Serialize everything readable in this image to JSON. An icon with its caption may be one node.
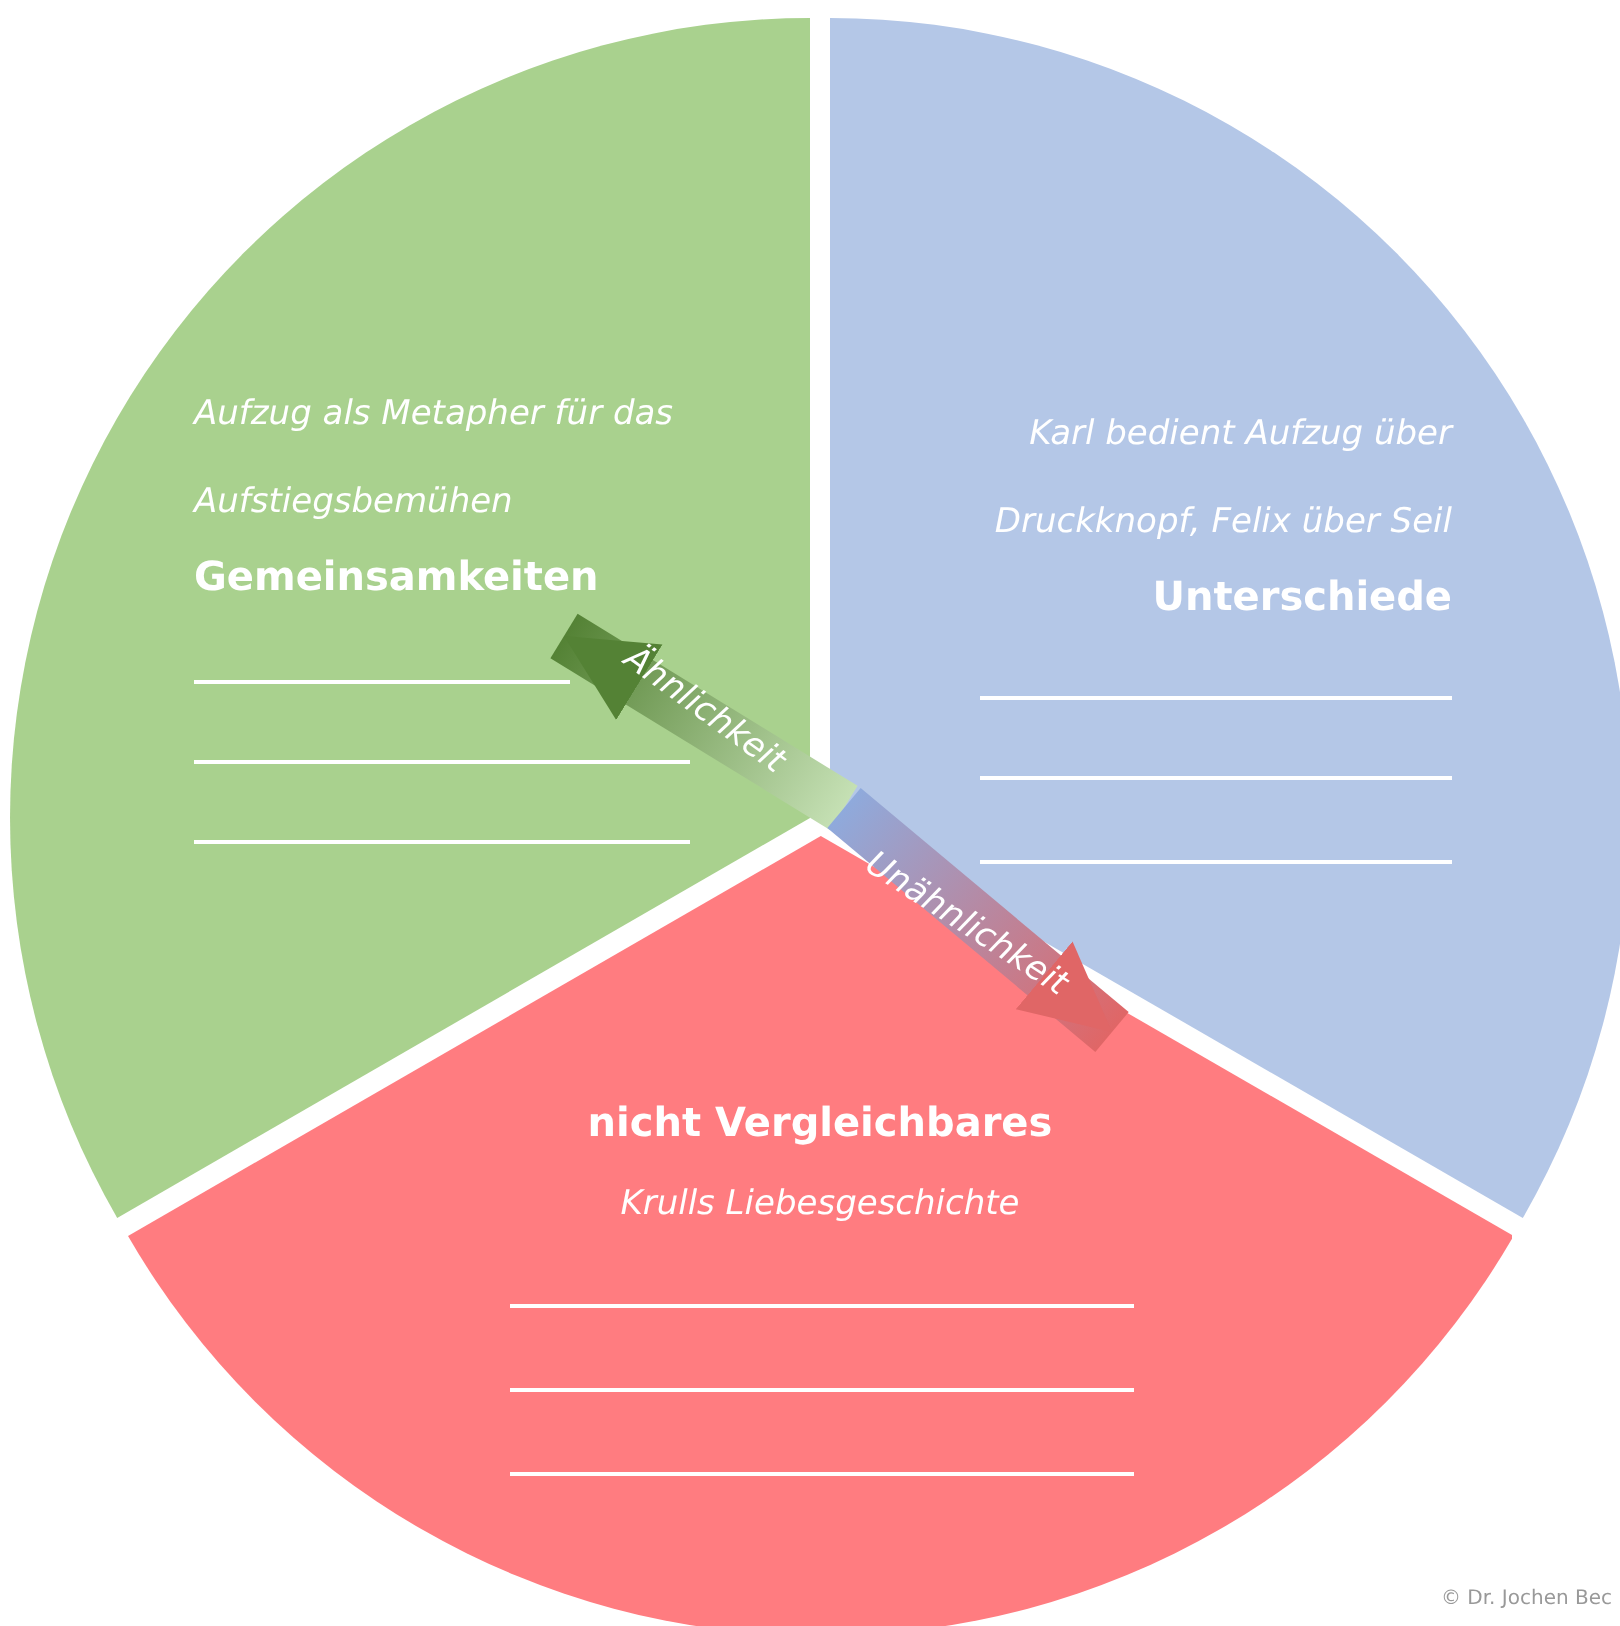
{
  "diagram": {
    "nodes": [
      {
        "text": [
          "Aufzug als Metapher für das Aufstiegsbemühen",
          "Gemeinsamkeiten"
        ]
      },
      {
        "text": [
          "Karl bedient Aufzug über Druckknopf, Felix über Seil",
          "Unterschiede"
        ]
      },
      {
        "text": [
          "nicht Vergleichbares",
          "Krulls Liebesgeschichte"
        ]
      }
    ],
    "edges": [
      {
        "from": 1,
        "to": 0,
        "arrow": "to",
        "label": "Ähnlichkeit"
      },
      {
        "from": 1,
        "to": 2,
        "arrow": "to",
        "label": "Unähnlichkeit"
      }
    ],
    "labels": [
      "© Dr. Jochen Bec"
    ]
  }
}
